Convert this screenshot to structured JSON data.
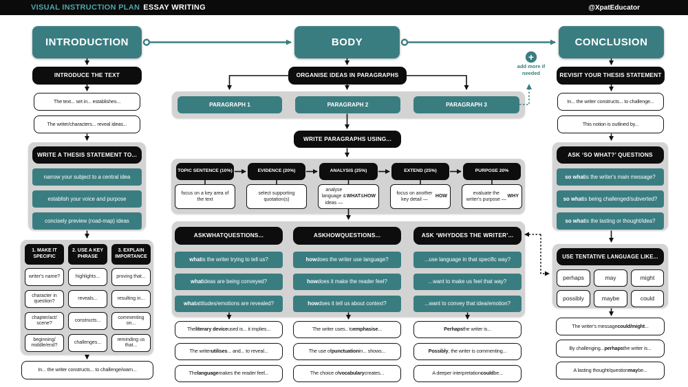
{
  "header": {
    "title_accent": "VISUAL INSTRUCTION PLAN",
    "title_main": "ESSAY WRITING",
    "handle": "@XpatEducator"
  },
  "colors": {
    "teal": "#3a7d81",
    "teal_bright": "#4fa6ab",
    "black": "#0d0d0d",
    "panel_gray": "#d3d3d3"
  },
  "icons": {
    "add_more_plus": "+"
  },
  "intro": {
    "title": "INTRODUCTION",
    "step": "INTRODUCE THE TEXT",
    "starter1": "The text... set in... establishes...",
    "starter2": "The writer/characters... reveal ideas...",
    "thesis": {
      "header": "WRITE A THESIS STATEMENT TO...",
      "item1": "narrow your subject to a central idea",
      "item2": "establish your voice and purpose",
      "item3": "concisely preview (road-map) ideas"
    },
    "grid": {
      "col1": {
        "header": "1. MAKE IT SPECIFIC",
        "cell1": "writer's name?",
        "cell2": "character in question?",
        "cell3": "chapter/act/ scene?",
        "cell4": "beginning/ middle/end?"
      },
      "col2": {
        "header": "2. USE A KEY PHRASE",
        "cell1": "highlights...",
        "cell2": "reveals...",
        "cell3": "constructs...",
        "cell4": "challenges..."
      },
      "col3": {
        "header": "3. EXPLAIN IMPORTANCE",
        "cell1": "proving that...",
        "cell2": "resulting in...",
        "cell3": "commenting on...",
        "cell4": "reminding us that..."
      }
    },
    "final": "In... the writer constructs... to challenge/warn..."
  },
  "body": {
    "title": "BODY",
    "organise": "ORGANISE IDEAS IN PARAGRAPHS",
    "p1": "PARAGRAPH 1",
    "p2": "PARAGRAPH 2",
    "p3": "PARAGRAPH 3",
    "add_more_line1": "add more if",
    "add_more_line2": "needed",
    "write_using": "WRITE PARAGRAPHS USING...",
    "steps": {
      "s1": {
        "header": "TOPIC SENTENCE (10%)",
        "desc": "focus on a key area of the text"
      },
      "s2": {
        "header": "EVIDENCE (20%)",
        "desc": "select supporting quotation(s)"
      },
      "s3": {
        "header": "ANALYSIS (25%)",
        "desc": "analyse language & ideas — **WHAT** & **HOW**"
      },
      "s4": {
        "header": "EXTEND (25%)",
        "desc": "focus on another key detail — **HOW**"
      },
      "s5": {
        "header": "PURPOSE 20%",
        "desc": "evaluate the writer's purpose — **WHY**"
      }
    },
    "ask": {
      "col1": {
        "header": "ASK **WHAT** QUESTIONS...",
        "q1": "**what** is the writer trying to tell us?",
        "q2": "**what** ideas are being conveyed?",
        "q3": "**what** attitudes/emotions are revealed?",
        "s1": "The **literary device** used is... it implies...",
        "s2": "The writer **utilises**... and... to reveal...",
        "s3": "The **language** makes the reader feel..."
      },
      "col2": {
        "header": "ASK **HOW** QUESTIONS...",
        "q1": "**how** does the writer use language?",
        "q2": "**how** does it make the reader feel?",
        "q3": "**how** does it tell us about context?",
        "s1": "The writer uses.. to **emphasise**...",
        "s2": "The use of **punctuation** in... shows...",
        "s3": "The choice of **vocabulary** creates..."
      },
      "col3": {
        "header": "ASK ‘**WHY** DOES THE WRITER’...",
        "q1": "...use language in that specific way?",
        "q2": "...want to make us feel that way?",
        "q3": "...want to convey that idea/emotion?",
        "s1": "**Perhaps** the writer is...",
        "s2": "**Possibly**, the writer is commenting...",
        "s3": "A deeper interpretation **could** be..."
      }
    }
  },
  "conclusion": {
    "title": "CONCLUSION",
    "step": "REVISIT YOUR THESIS STATEMENT",
    "starter1": "In... the writer constructs... to challenge...",
    "starter2": "This notion is outlined by...",
    "so_what": {
      "header": "ASK ‘**SO WHAT?**’ QUESTIONS",
      "q1": "**so what** is the writer's main message?",
      "q2": "**so what** is being challenged/subverted?",
      "q3": "**so what** is the lasting or thought/idea?"
    },
    "tentative": {
      "header": "USE TENTATIVE LANGUAGE LIKE...",
      "w1": "perhaps",
      "w2": "may",
      "w3": "might",
      "w4": "possibly",
      "w5": "maybe",
      "w6": "could"
    },
    "s1": "The writer's message **could/might**...",
    "s2": "By challenging... **perhaps** the writer is...",
    "s3": "A lasting thought/question **may** be..."
  }
}
